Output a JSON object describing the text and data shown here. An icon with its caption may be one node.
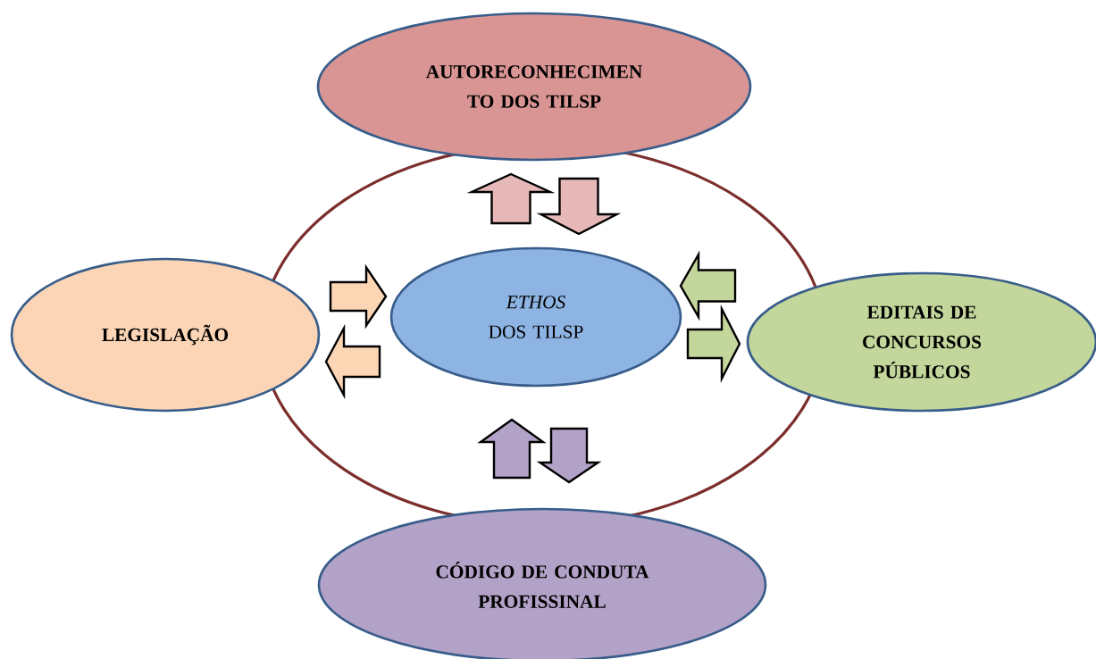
{
  "diagram": {
    "nodes": [
      {
        "text": [
          "AUTORECONHECIMEN TO DOS TILSP"
        ]
      },
      {
        "text": [
          "LEGISLAÇÃO"
        ]
      },
      {
        "text": [
          "*ETHOS* DOS TILSP"
        ]
      },
      {
        "text": [
          "EDITAIS DE CONCURSOS PÚBLICOS"
        ]
      },
      {
        "text": [
          "CÓDIGO DE CONDUTA PROFISSINAL"
        ]
      }
    ],
    "edges": [
      {
        "from": 2,
        "to": 0,
        "arrow": "to",
        "color": "#e6b9b8"
      },
      {
        "from": 0,
        "to": 2,
        "arrow": "to",
        "color": "#e6b9b8"
      },
      {
        "from": 1,
        "to": 2,
        "arrow": "to",
        "color": "#fcd5b5"
      },
      {
        "from": 2,
        "to": 1,
        "arrow": "to",
        "color": "#fcd5b5"
      },
      {
        "from": 3,
        "to": 2,
        "arrow": "to",
        "color": "#c3d69b"
      },
      {
        "from": 2,
        "to": 3,
        "arrow": "to",
        "color": "#c3d69b"
      },
      {
        "from": 4,
        "to": 2,
        "arrow": "to",
        "color": "#b3a2c7"
      },
      {
        "from": 2,
        "to": 4,
        "arrow": "to",
        "color": "#b3a2c7"
      }
    ]
  }
}
